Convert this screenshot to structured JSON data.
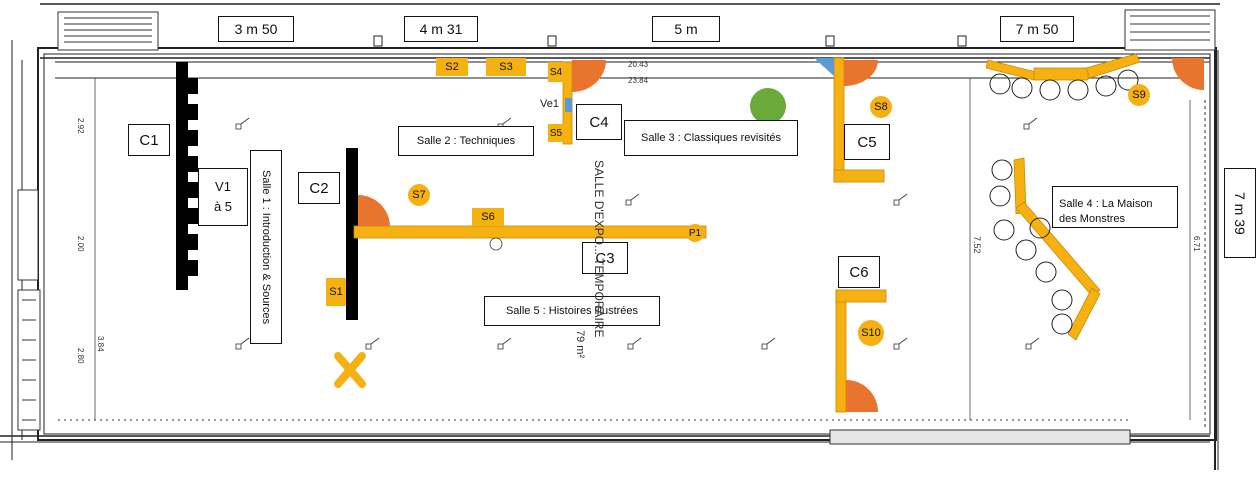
{
  "dimensions": {
    "top": [
      "3 m 50",
      "4 m 31",
      "5 m",
      "7 m 50"
    ],
    "right": "7 m 39"
  },
  "sections": {
    "c1": "C1",
    "c2": "C2",
    "c3": "C3",
    "c4": "C4",
    "c5": "C5",
    "c6": "C6"
  },
  "panels": {
    "v1": "V1\nà 5"
  },
  "rooms": {
    "salle1": "Salle 1 : Introduction & Sources",
    "salle2": "Salle 2 : Techniques",
    "salle3": "Salle 3 : Classiques revisités",
    "salle4": "Salle 4 : La Maison des Monstres",
    "salle5": "Salle 5 : Histoires illustrées"
  },
  "stands": {
    "s1": "S1",
    "s2": "S2",
    "s3": "S3",
    "s4": "S4",
    "s5": "S5",
    "s6": "S6",
    "s7": "S7",
    "s8": "S8",
    "s9": "S9",
    "s10": "S10",
    "p1": "P1",
    "ve1": "Ve1"
  },
  "plan_text": {
    "hall_name": "SALLE D'EXPO... TEMPORAIRE",
    "area": "79 m²",
    "dim_a": "20.43",
    "dim_b": "23.84",
    "dim_left_1": "2.92",
    "dim_left_2": "2.00",
    "dim_left_3": "3.84",
    "dim_left_4": "2.80",
    "dim_mid": "7.52",
    "dim_right": "6.71"
  },
  "colors": {
    "wall": "#000000",
    "furniture": "#f5b111",
    "door_swing": "#e8742e",
    "tree": "#6aaa3b",
    "accent_blue": "#5b9bd5"
  }
}
